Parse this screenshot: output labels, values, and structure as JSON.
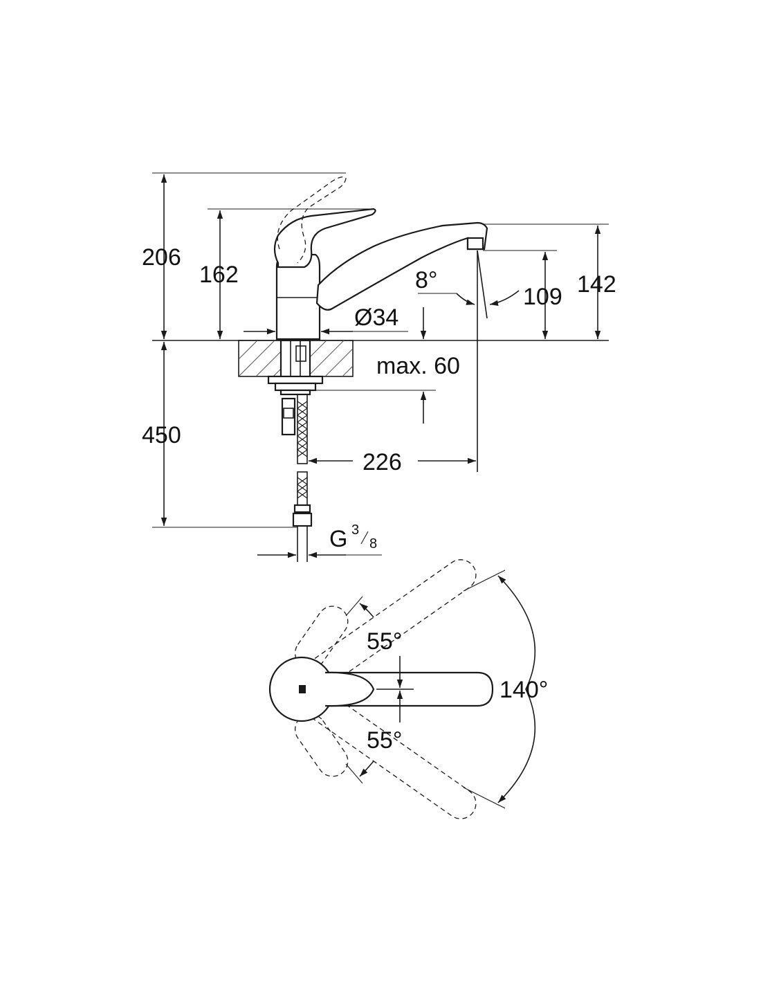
{
  "dimensions": {
    "total_height": "206",
    "body_height": "162",
    "spout_height": "142",
    "outlet_height": "109",
    "spout_angle": "8°",
    "body_diameter": "Ø34",
    "max_counter_thickness": "max. 60",
    "hose_length": "450",
    "spout_reach": "226",
    "connection_thread": "G",
    "thread_numerator": "3",
    "thread_denominator": "8"
  },
  "rotation": {
    "upper_angle": "55°",
    "lower_angle": "55°",
    "total_swing": "140°"
  },
  "colors": {
    "line": "#1a1a1a",
    "background": "#ffffff"
  }
}
